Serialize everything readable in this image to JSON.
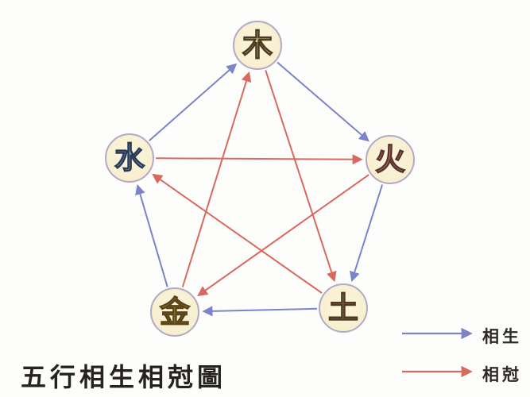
{
  "title": "五行相生相尅圖",
  "legend": [
    {
      "id": "sheng",
      "label": "相生",
      "color": "#7b84c6"
    },
    {
      "id": "ke",
      "label": "相尅",
      "color": "#d76a5e"
    }
  ],
  "diagram": {
    "nodes": [
      {
        "id": "wood",
        "label": "木",
        "fill": "#eee0ae",
        "stroke": "#4a3a20"
      },
      {
        "id": "fire",
        "label": "火",
        "fill": "#e59a8f",
        "stroke": "#59332d"
      },
      {
        "id": "earth",
        "label": "土",
        "fill": "#b98f5c",
        "stroke": "#4d3a22"
      },
      {
        "id": "metal",
        "label": "金",
        "fill": "#e6b441",
        "stroke": "#594318"
      },
      {
        "id": "water",
        "label": "水",
        "fill": "#7ea8d1",
        "stroke": "#2d3a55"
      }
    ],
    "edges": [
      {
        "from": "wood",
        "to": "fire",
        "type": "sheng"
      },
      {
        "from": "fire",
        "to": "earth",
        "type": "sheng"
      },
      {
        "from": "earth",
        "to": "metal",
        "type": "sheng"
      },
      {
        "from": "metal",
        "to": "water",
        "type": "sheng"
      },
      {
        "from": "water",
        "to": "wood",
        "type": "sheng"
      },
      {
        "from": "wood",
        "to": "earth",
        "type": "ke"
      },
      {
        "from": "earth",
        "to": "water",
        "type": "ke"
      },
      {
        "from": "water",
        "to": "fire",
        "type": "ke"
      },
      {
        "from": "fire",
        "to": "metal",
        "type": "ke"
      },
      {
        "from": "metal",
        "to": "wood",
        "type": "ke"
      }
    ],
    "edge_colors": {
      "sheng": "#7b84c6",
      "ke": "#d76a5e"
    },
    "node_style": {
      "fill": "#f8efcf",
      "border": "#b2a9c6"
    }
  }
}
